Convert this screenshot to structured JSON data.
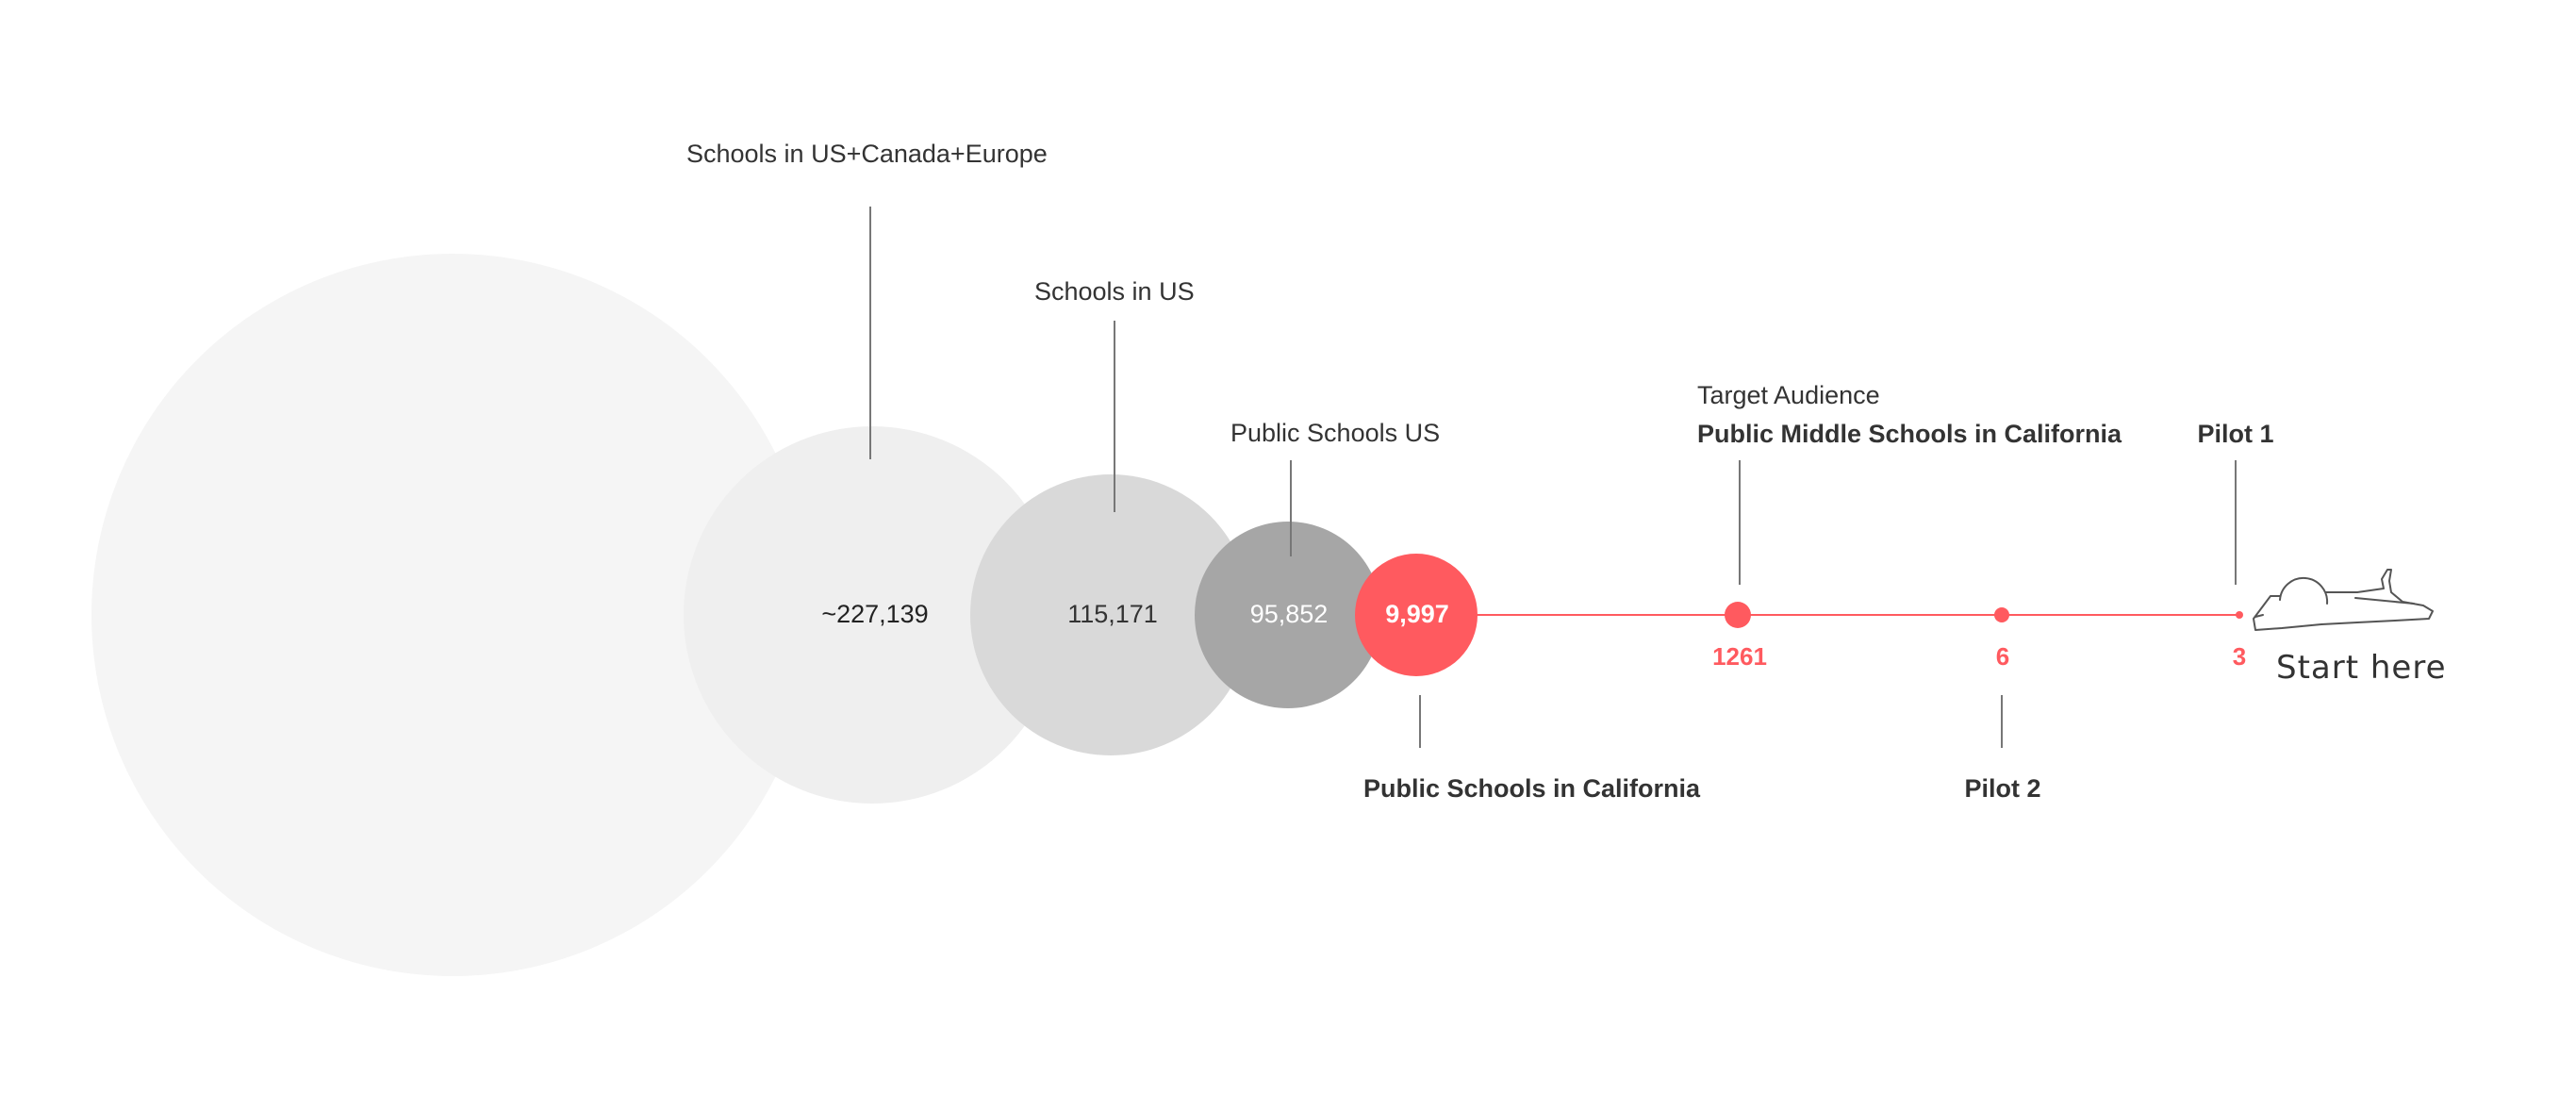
{
  "colors": {
    "accent": "#FF5A5F",
    "level1": "#F5F5F5",
    "level2": "#EFEFEF",
    "level3": "#D9D9D9",
    "level4": "#A6A6A6",
    "leader": "#777777",
    "text": "#333333"
  },
  "bubbles": {
    "world": {
      "value": ""
    },
    "us_canada_europe": {
      "label": "Schools in US+Canada+Europe",
      "value": "~227,139"
    },
    "us": {
      "label": "Schools in US",
      "value": "115,171"
    },
    "public_us": {
      "label": "Public Schools US",
      "value": "95,852"
    },
    "public_california": {
      "label": "Public Schools in California",
      "value": "9,997"
    }
  },
  "timeline": {
    "target": {
      "caption": "Target Audience",
      "label": "Public Middle Schools in California",
      "value": "1261"
    },
    "pilot2": {
      "label": "Pilot 2",
      "value": "6"
    },
    "pilot1": {
      "label": "Pilot 1",
      "value": "3"
    }
  },
  "start": {
    "label": "Start here",
    "icon": "person-lying-icon"
  }
}
